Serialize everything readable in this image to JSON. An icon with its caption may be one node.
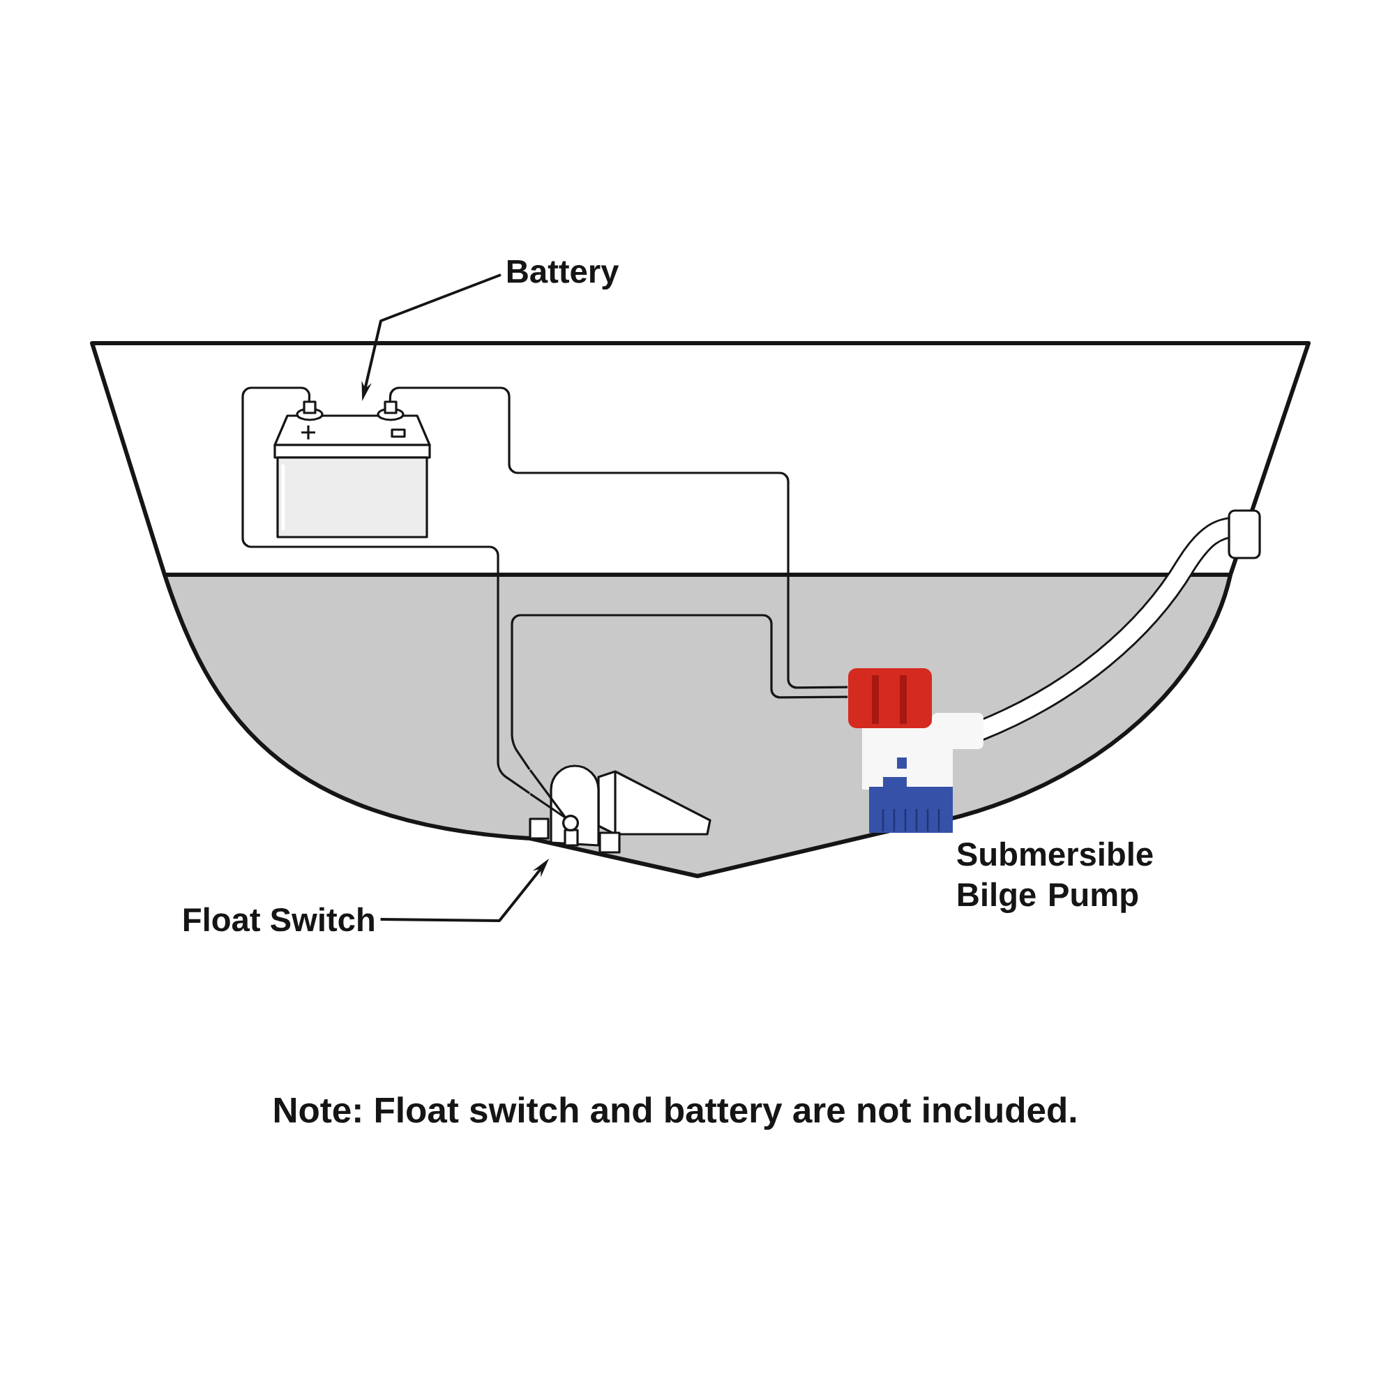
{
  "diagram": {
    "nodes": [
      {
        "text": [
          "Battery"
        ]
      },
      {
        "text": [],
        "shape": "picture"
      },
      {
        "text": [
          "Float Switch"
        ]
      },
      {
        "text": [],
        "shape": "picture"
      },
      {
        "text": [],
        "shape": "picture",
        "beside": [
          "Submersible Bilge Pump"
        ]
      }
    ],
    "edges": [
      {
        "from": 0,
        "to": 1,
        "arrow": "to"
      },
      {
        "from": 2,
        "to": 3,
        "arrow": "to"
      },
      {
        "from": 1,
        "to": 4,
        "arrow": "none"
      },
      {
        "from": 1,
        "to": 3,
        "arrow": "none"
      },
      {
        "from": 3,
        "to": 4,
        "arrow": "none"
      }
    ],
    "labels": [
      "Note: Float switch and battery are not included."
    ]
  }
}
